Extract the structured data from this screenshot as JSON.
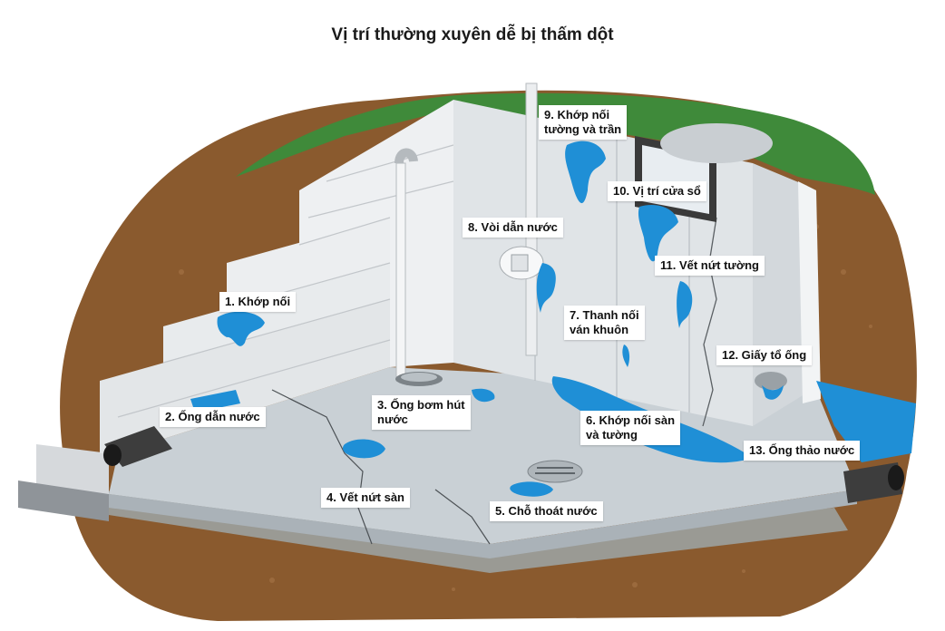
{
  "title": "Vị trí thường xuyên dễ bị thấm dột",
  "colors": {
    "grass": "#3f8a3a",
    "soil": "#8a5a2e",
    "wall": "#e3e6e8",
    "floor": "#c9d0d5",
    "water": "#1f8fd6",
    "label_bg": "#ffffff"
  },
  "labels": [
    {
      "id": "1",
      "text": "1. Khớp nối"
    },
    {
      "id": "2",
      "text": "2. Ống dẫn nước"
    },
    {
      "id": "3",
      "text": "3. Ống bơm hút\nnước"
    },
    {
      "id": "4",
      "text": "4. Vết nứt sàn"
    },
    {
      "id": "5",
      "text": "5. Chỗ thoát nước"
    },
    {
      "id": "6",
      "text": "6. Khớp nối sàn\nvà tường"
    },
    {
      "id": "7",
      "text": "7. Thanh nối\nván khuôn"
    },
    {
      "id": "8",
      "text": "8. Vòi dẫn nước"
    },
    {
      "id": "9",
      "text": "9. Khớp nối\ntường và trần"
    },
    {
      "id": "10",
      "text": "10. Vị trí cửa sổ"
    },
    {
      "id": "11",
      "text": "11. Vết nứt tường"
    },
    {
      "id": "12",
      "text": "12. Giấy tổ ống"
    },
    {
      "id": "13",
      "text": "13. Ống thảo nước"
    }
  ]
}
